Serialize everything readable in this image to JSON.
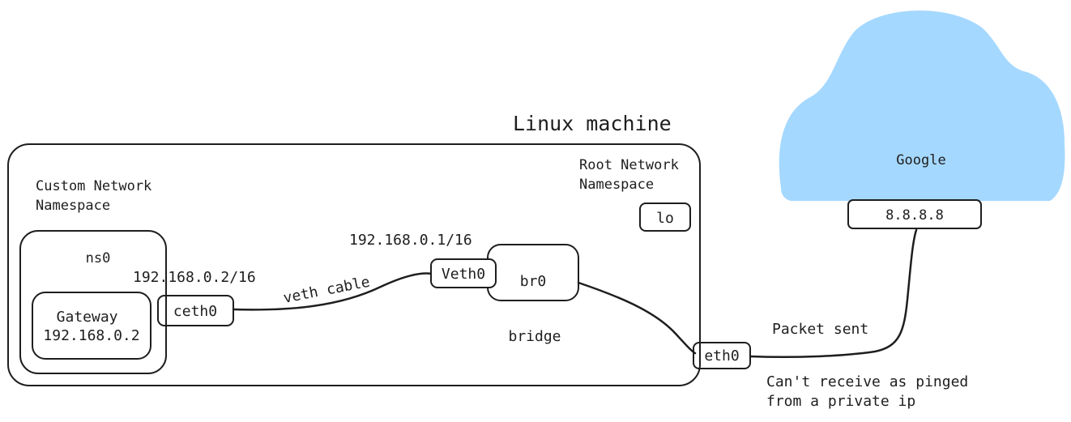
{
  "diagram": {
    "title": "Linux machine",
    "custom_ns_label_line1": "Custom Network",
    "custom_ns_label_line2": "Namespace",
    "ns_name": "ns0",
    "gateway_line1": "Gateway",
    "gateway_line2": "192.168.0.2",
    "ceth_ip": "192.168.0.2/16",
    "ceth_label": "ceth0",
    "veth_cable_label": "veth cable",
    "veth_ip": "192.168.0.1/16",
    "veth_label": "Veth0",
    "bridge_box_label": "br0",
    "bridge_caption": "bridge",
    "root_ns_label_line1": "Root Network",
    "root_ns_label_line2": "Namespace",
    "lo_label": "lo",
    "eth_label": "eth0",
    "cloud_label": "Google",
    "cloud_ip": "8.8.8.8",
    "packet_label": "Packet sent",
    "note_line1": "Can't receive as pinged",
    "note_line2": "from a private ip",
    "colors": {
      "cloud": "#a5d8ff",
      "stroke": "#1e1e1e",
      "background": "#ffffff"
    }
  }
}
